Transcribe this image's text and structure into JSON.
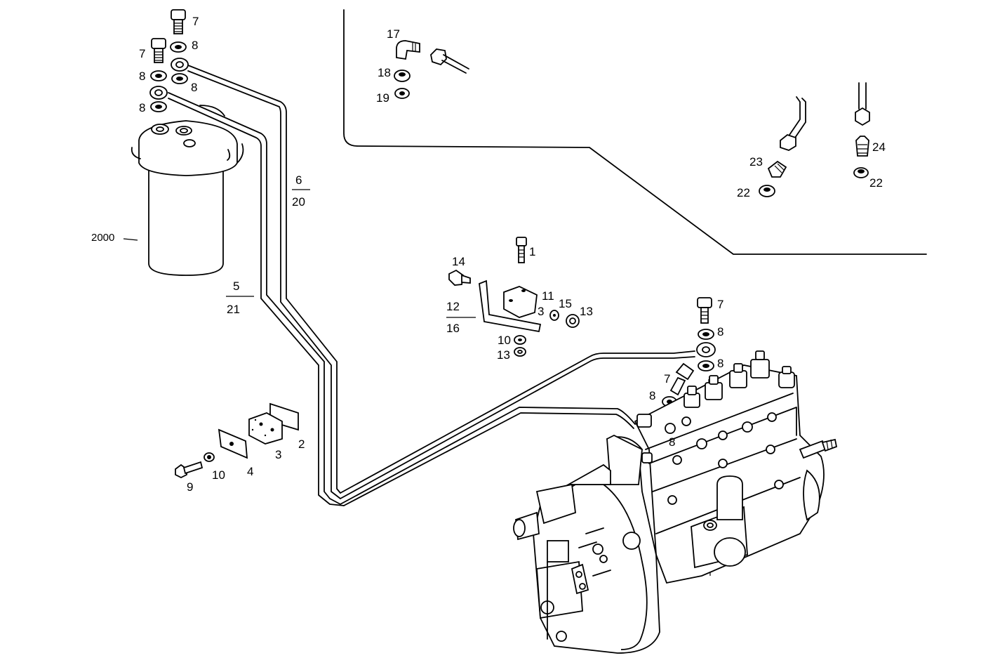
{
  "callouts": {
    "c1": "1",
    "c2": "2",
    "c3a": "3",
    "c3b": "3",
    "c4": "4",
    "c5": "5",
    "c21": "21",
    "c6": "6",
    "c20": "20",
    "c7a": "7",
    "c7b": "7",
    "c7c": "7",
    "c7d": "7",
    "c8a": "8",
    "c8b": "8",
    "c8c": "8",
    "c8d": "8",
    "c8e": "8",
    "c8f": "8",
    "c8g": "8",
    "c8h": "8",
    "c9": "9",
    "c10a": "10",
    "c10b": "10",
    "c11": "11",
    "c12": "12",
    "c13a": "13",
    "c13b": "13",
    "c14": "14",
    "c15": "15",
    "c16": "16",
    "c17": "17",
    "c18": "18",
    "c19": "19",
    "c22a": "22",
    "c22b": "22",
    "c23": "23",
    "c24": "24",
    "c2000": "2000"
  },
  "icons": {
    "filter": "fuel-filter-icon",
    "pump": "injection-pump-icon",
    "bolt": "bolt-icon",
    "washer": "washer-icon"
  }
}
